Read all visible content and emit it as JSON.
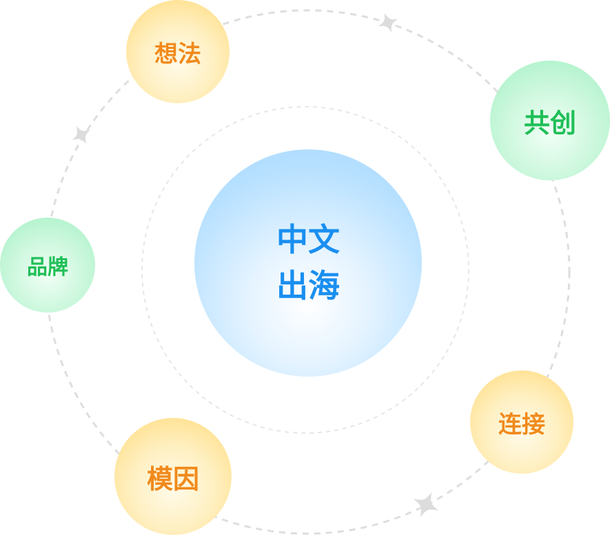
{
  "center": {
    "line1": "中文",
    "line2": "出海",
    "color": "#1a8ff0"
  },
  "nodes": {
    "idea": {
      "label": "想法",
      "color": "#f08a1c"
    },
    "cocreate": {
      "label": "共创",
      "color": "#1fbf57"
    },
    "brand": {
      "label": "品牌",
      "color": "#1fbf57"
    },
    "connect": {
      "label": "连接",
      "color": "#f08a1c"
    },
    "meme": {
      "label": "模因",
      "color": "#f08a1c"
    }
  },
  "colors": {
    "orbit_stroke": "#dedede",
    "star": "#dcdcdc"
  },
  "icons": [
    "sparkle-star-icon"
  ]
}
